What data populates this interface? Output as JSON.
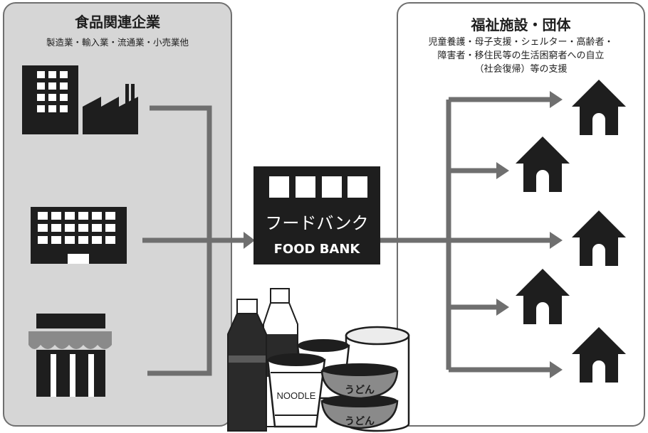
{
  "suppliers": {
    "title": "食品関連企業",
    "subtitle": "製造業・輸入業・流通業・小売業他"
  },
  "welfare": {
    "title": "福祉施設・団体",
    "subtitle_lines": [
      "児童養護・母子支援・シェルター・高齢者・",
      "障害者・移住民等の生活困窮者への自立",
      "（社会復帰）等の支援"
    ]
  },
  "food_bank": {
    "label_jp": "フードバンク",
    "label_en": "FOOD BANK"
  },
  "food_items": {
    "noodle_label": "NOODLE",
    "udon_label": "うどん"
  },
  "icons": [
    "office-building-icon",
    "factory-icon",
    "building-icon",
    "shop-icon",
    "house-icon",
    "bottle-icon",
    "cup-noodle-icon",
    "udon-bowl-icon",
    "can-icon"
  ],
  "colors": {
    "panel_gray": "#d6d6d6",
    "arrow_gray": "#6f6f6f",
    "icon_black": "#1e1e1e"
  }
}
